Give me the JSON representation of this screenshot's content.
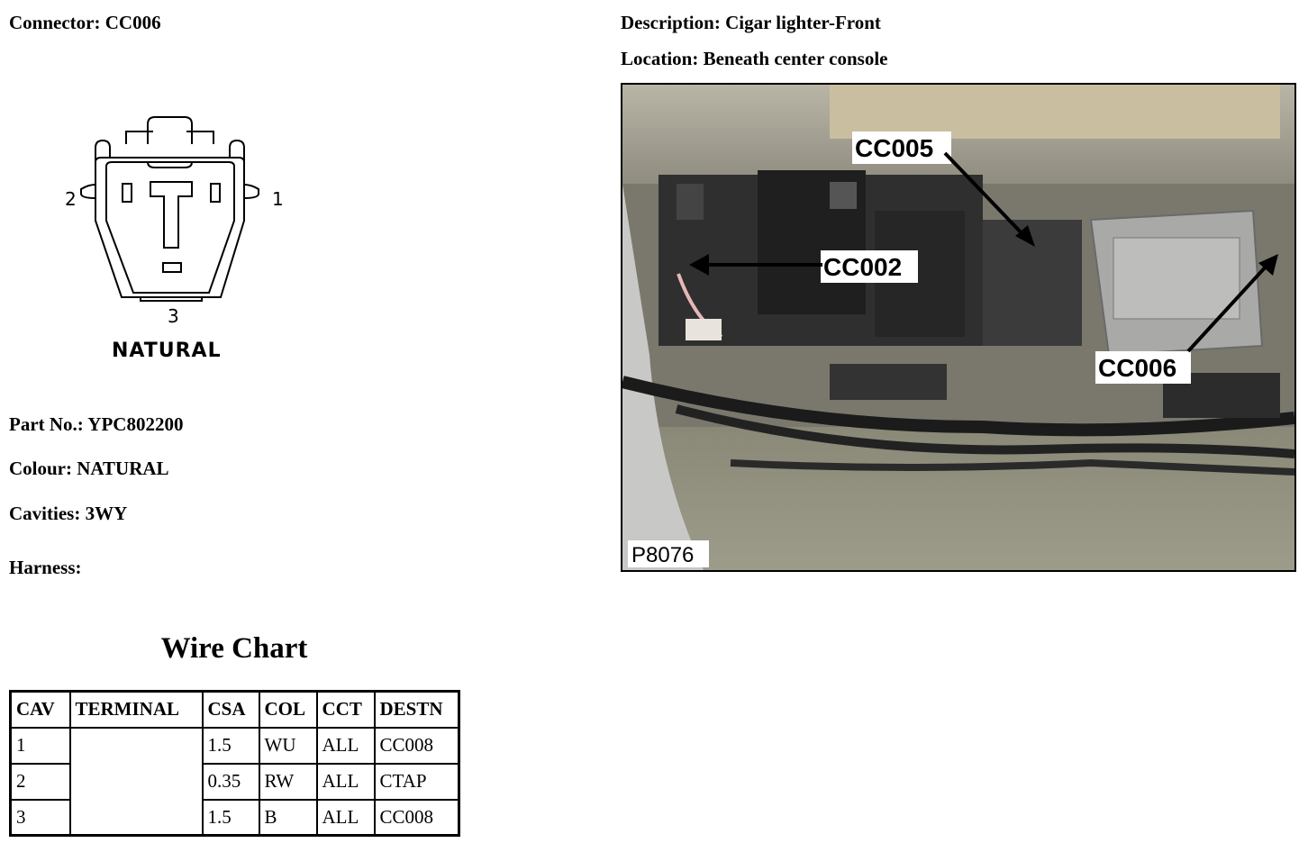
{
  "connector": {
    "label": "Connector:",
    "value": "CC006"
  },
  "description": {
    "label": "Description:",
    "value": "Cigar lighter-Front"
  },
  "location": {
    "label": "Location:",
    "value": "Beneath center console"
  },
  "part_no": {
    "label": "Part No.:",
    "value": "YPC802200"
  },
  "colour": {
    "label": "Colour:",
    "value": "NATURAL"
  },
  "cavities": {
    "label": "Cavities:",
    "value": "3WY"
  },
  "harness": {
    "label": "Harness:",
    "value": ""
  },
  "diagram": {
    "pin_left": "2",
    "pin_right": "1",
    "pin_bottom": "3",
    "colour_label": "NATURAL"
  },
  "wire_chart": {
    "title": "Wire Chart",
    "headers": [
      "CAV",
      "TERMINAL",
      "CSA",
      "COL",
      "CCT",
      "DESTN"
    ],
    "rows": [
      {
        "cav": "1",
        "csa": "1.5",
        "col": "WU",
        "cct": "ALL",
        "destn": "CC008"
      },
      {
        "cav": "2",
        "csa": "0.35",
        "col": "RW",
        "cct": "ALL",
        "destn": "CTAP"
      },
      {
        "cav": "3",
        "csa": "1.5",
        "col": "B",
        "cct": "ALL",
        "destn": "CC008"
      }
    ]
  },
  "photo": {
    "callouts": [
      "CC005",
      "CC002",
      "CC006"
    ],
    "photo_id": "P8076"
  }
}
